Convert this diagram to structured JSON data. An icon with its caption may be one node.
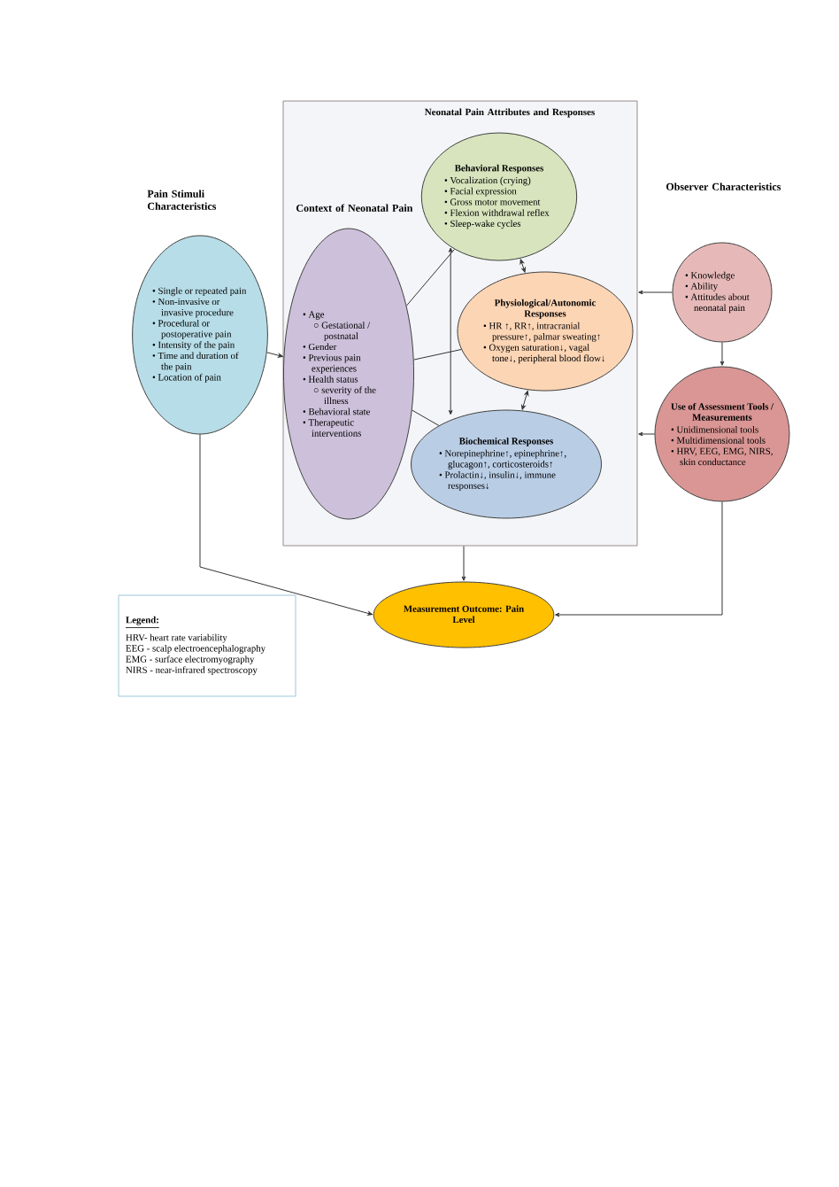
{
  "diagram": {
    "nodes": [
      {
        "text": [
          "Neonatal Pain Attributes and Responses"
        ]
      },
      {
        "text": [
          "Pain Stimuli Characteristics",
          "• Single or repeated pain",
          "• Non-invasive or invasive procedure",
          "• Procedural or postoperative pain",
          "• Intensity of the pain",
          "• Time and duration of the pain",
          "• Location of pain"
        ]
      },
      {
        "text": [
          "Context of Neonatal Pain",
          "• Age",
          "○ Gestational / postnatal",
          "• Gender",
          "• Previous pain experiences",
          "• Health status",
          "○ severity of the illness",
          "• Behavioral state",
          "• Therapeutic interventions"
        ],
        "in": 0
      },
      {
        "text": [
          "Behavioral Responses",
          "• Vocalization (crying)",
          "• Facial expression",
          "• Gross motor movement",
          "• Flexion withdrawal reflex",
          "• Sleep-wake cycles"
        ],
        "in": 0
      },
      {
        "text": [
          "Physiological/Autonomic Responses",
          "• HR ↑, RR↑, intracranial pressure↑, palmar sweating↑",
          "• Oxygen saturation↓, vagal tone↓, peripheral blood flow↓"
        ],
        "in": 0
      },
      {
        "text": [
          "Biochemical Responses",
          "• Norepinephrine↑, epinephrine↑, glucagon↑, corticosteroids↑",
          "• Prolactin↓, insulin↓, immune responses↓"
        ],
        "in": 0
      },
      {
        "text": [
          "Observer Characteristics",
          "• Knowledge",
          "• Ability",
          "• Attitudes about neonatal pain"
        ]
      },
      {
        "text": [
          "Use of Assessment Tools / Measurements",
          "• Unidimensional tools",
          "• Multidimensional tools",
          "• HRV, EEG, EMG, NIRS, skin conductance"
        ]
      },
      {
        "text": [
          "Measurement Outcome: Pain Level"
        ]
      },
      {
        "text": [
          "Legend:",
          "HRV- heart rate variability",
          "EEG - scalp electroencephalography",
          "EMG - surface electromyography",
          "NIRS - near-infrared spectroscopy"
        ]
      }
    ],
    "edges": [
      {
        "from": 1,
        "to": 2,
        "arrow": "to"
      },
      {
        "from": 2,
        "to": 3,
        "arrow": "none"
      },
      {
        "from": 2,
        "to": 4,
        "arrow": "none"
      },
      {
        "from": 2,
        "to": 5,
        "arrow": "none"
      },
      {
        "from": 3,
        "to": 4,
        "arrow": "both"
      },
      {
        "from": 4,
        "to": 5,
        "arrow": "both"
      },
      {
        "from": 3,
        "to": 5,
        "arrow": "both"
      },
      {
        "from": 6,
        "to": 0,
        "arrow": "to"
      },
      {
        "from": 7,
        "to": 0,
        "arrow": "to"
      },
      {
        "from": 6,
        "to": 7,
        "arrow": "to"
      },
      {
        "from": 0,
        "to": 8,
        "arrow": "to"
      },
      {
        "from": 1,
        "to": 8,
        "arrow": "to"
      },
      {
        "from": 7,
        "to": 8,
        "arrow": "to"
      }
    ]
  }
}
